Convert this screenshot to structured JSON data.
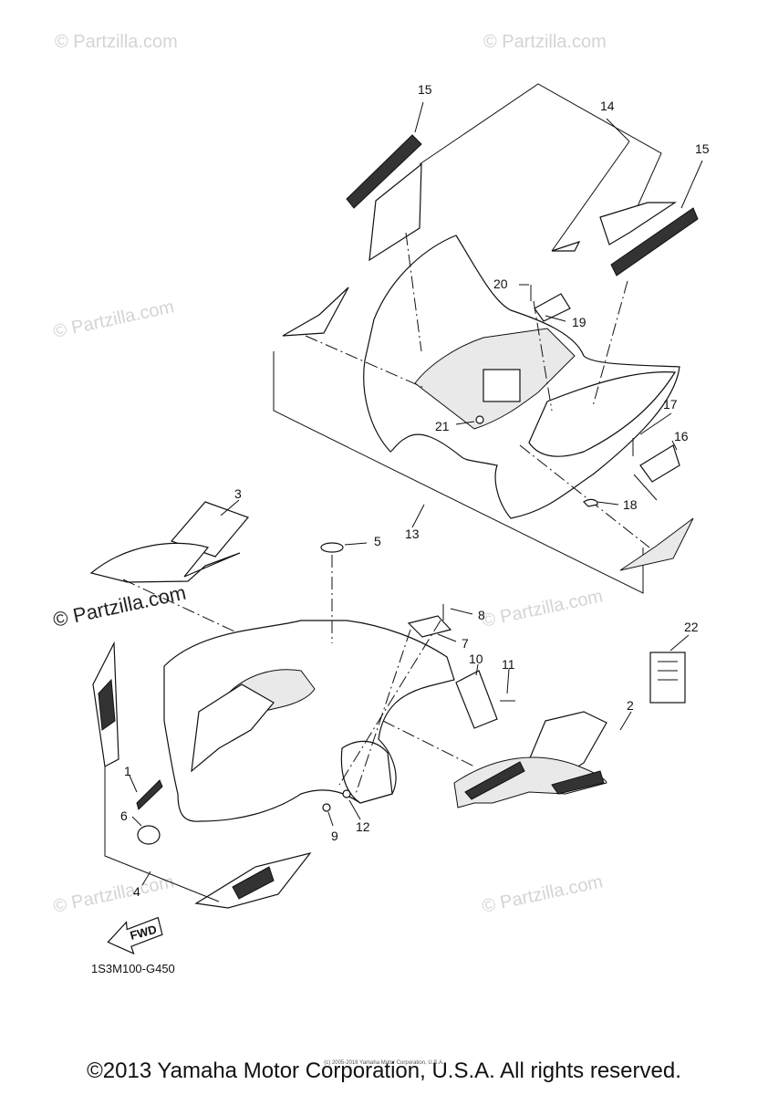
{
  "watermark_text": "© Partzilla.com",
  "callouts": [
    "1",
    "2",
    "3",
    "4",
    "5",
    "6",
    "7",
    "8",
    "9",
    "10",
    "11",
    "12",
    "13",
    "14",
    "15",
    "16",
    "17",
    "18",
    "19",
    "20",
    "21",
    "22"
  ],
  "decal_labels": {
    "fwd_arrow": "FWD"
  },
  "diagram_code": "1S3M100-G450",
  "copyright": "©2013 Yamaha Motor Corporation, U.S.A. All rights reserved.",
  "small_copyright": "(c) 2005-2016 Yamaha Motor Corporation, U.S.A."
}
